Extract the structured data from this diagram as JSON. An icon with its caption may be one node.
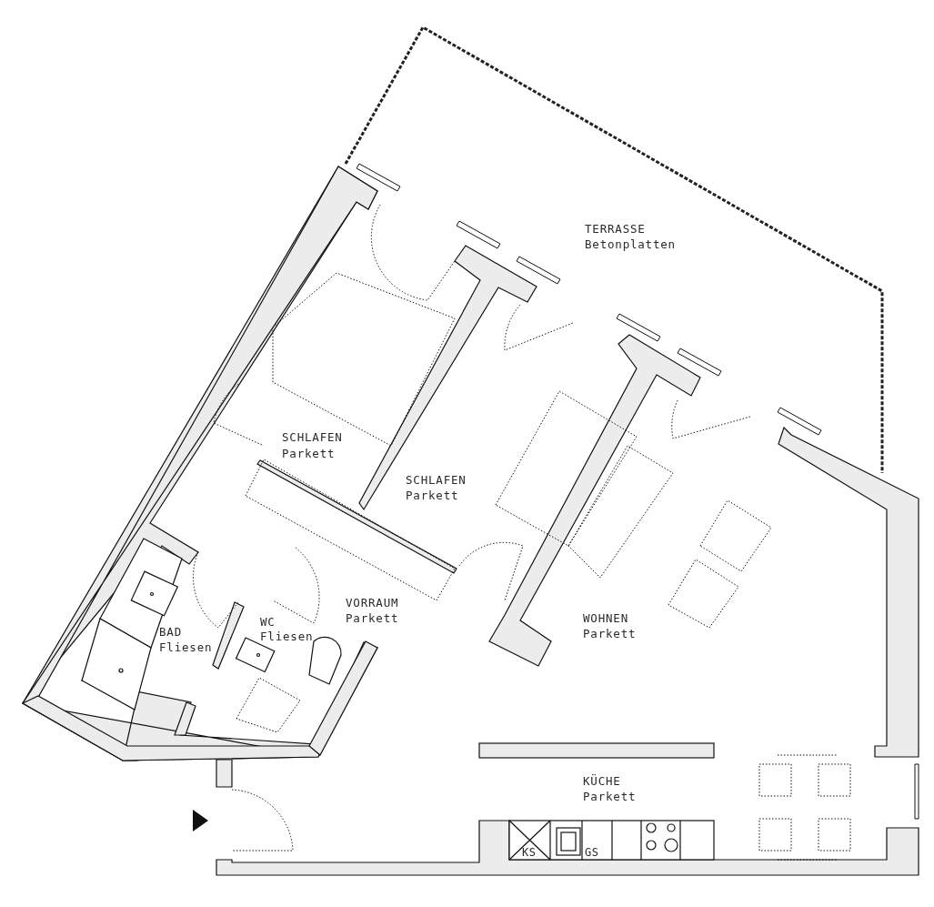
{
  "diagram": {
    "labels": [
      "TERRASSE",
      "Betonplatten",
      "SCHLAFEN",
      "Parkett",
      "SCHLAFEN",
      "Parkett",
      "VORRAUM",
      "Parkett",
      "WOHNEN",
      "Parkett",
      "WC",
      "Fliesen",
      "BAD",
      "Fliesen",
      "KÜCHE",
      "Parkett",
      "KS",
      "GS"
    ]
  }
}
